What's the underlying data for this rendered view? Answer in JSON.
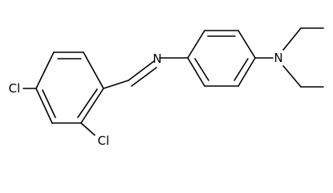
{
  "molecule": {
    "atoms": {
      "n_imine": "N",
      "n_amine": "N",
      "cl_para": "Cl",
      "cl_ortho": "Cl"
    },
    "colors": {
      "bond": "#000000",
      "label": "#000000",
      "background": "#ffffff"
    }
  }
}
